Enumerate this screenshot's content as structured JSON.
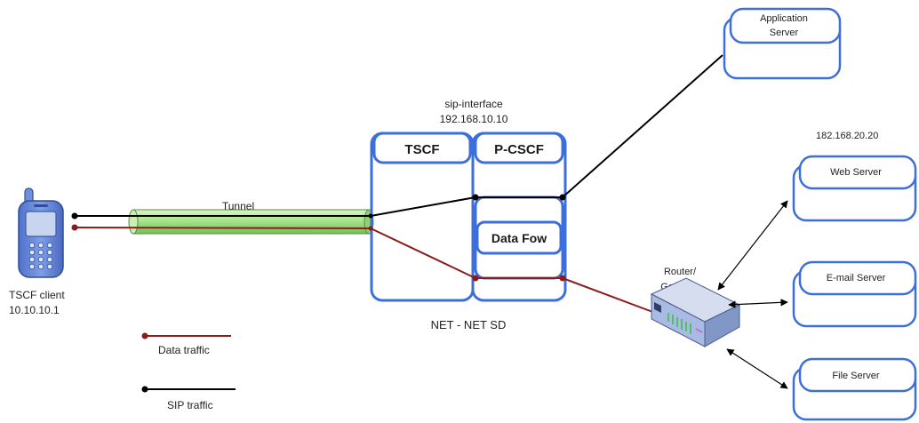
{
  "diagram": {
    "client": {
      "name": "TSCF client",
      "ip": "10.10.10.1",
      "icon": "mobile-phone-icon"
    },
    "tunnel": {
      "label": "Tunnel"
    },
    "sd": {
      "interface_label": "sip-interface",
      "interface_ip": "192.168.10.10",
      "tscf": "TSCF",
      "pcscf": "P-CSCF",
      "data_flow": "Data Fow",
      "title": "NET - NET SD"
    },
    "application_server": {
      "lines": [
        "Application",
        "Server"
      ]
    },
    "router": {
      "lines": [
        "Router/",
        "Gateway"
      ],
      "icon": "router-icon"
    },
    "server_network_ip": "182.168.20.20",
    "servers": [
      {
        "label": "Web Server"
      },
      {
        "label": "E-mail Server"
      },
      {
        "label": "File Server"
      }
    ],
    "legend": {
      "data": "Data traffic",
      "sip": "SIP traffic"
    }
  },
  "colors": {
    "sip": "#000000",
    "data": "#8b1c1c",
    "box": "#3d6fdc",
    "tunnel": "#a5e38a",
    "device": "#6486da"
  }
}
